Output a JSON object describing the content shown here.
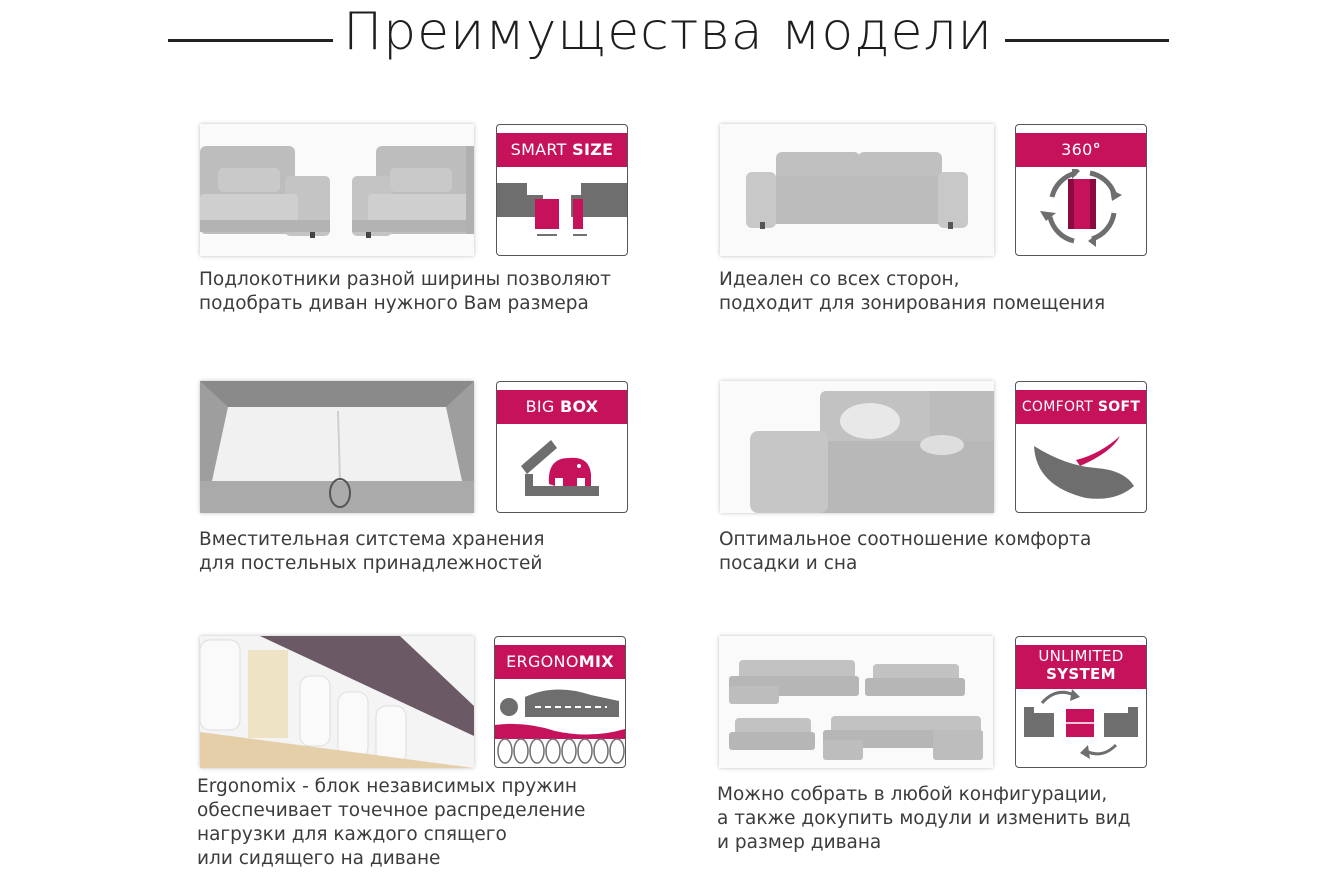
{
  "page": {
    "title": "Преимущества модели"
  },
  "features": [
    {
      "badge_light": "SMART ",
      "badge_bold": "SIZE",
      "caption": "Подлокотники разной ширины позволяют\nподобрать диван нужного Вам размера"
    },
    {
      "badge_light": "360",
      "badge_bold": "°",
      "caption": "Идеален со всех сторон,\nподходит для зонирования помещения"
    },
    {
      "badge_light": "BIG ",
      "badge_bold": "BOX",
      "caption": "Вместительная ситстема хранения\nдля постельных принадлежностей"
    },
    {
      "badge_light": "COMFORT ",
      "badge_bold": "SOFT",
      "caption": "Оптимальное соотношение комфорта\nпосадки и сна"
    },
    {
      "badge_light": "ERGONO",
      "badge_bold": "MIX",
      "caption": "Ergonomix - блок независимых пружин\nобеспечивает точечное распределение\nнагрузки для каждого спящего\nили сидящего на диване"
    },
    {
      "badge_light": "UNLIMITED",
      "badge_bold": "SYSTEM",
      "caption": "Можно собрать в любой конфигурации,\nа также докупить модули и изменить вид\nи размер дивана"
    }
  ],
  "colors": {
    "accent": "#c5125b",
    "sofa": "#b9b9b9",
    "icon_gray": "#6e6e6e"
  }
}
